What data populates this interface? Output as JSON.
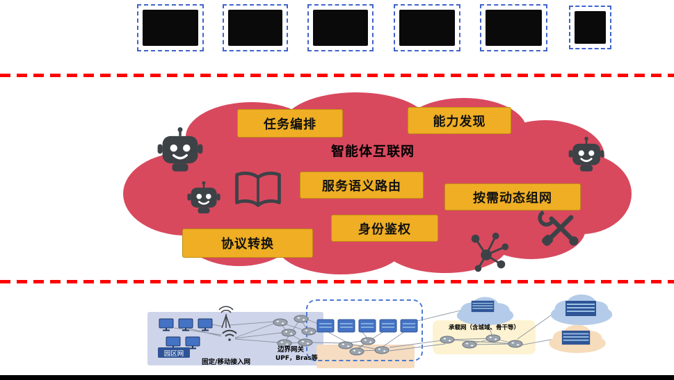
{
  "top_row": {
    "module_count": 6,
    "modules": [
      {
        "name": "module-1"
      },
      {
        "name": "module-2"
      },
      {
        "name": "module-3"
      },
      {
        "name": "module-4"
      },
      {
        "name": "module-5"
      },
      {
        "name": "module-6"
      }
    ]
  },
  "cloud": {
    "title": "智能体互联网",
    "capabilities": [
      {
        "label": "任务编排"
      },
      {
        "label": "能力发现"
      },
      {
        "label": "服务语义路由"
      },
      {
        "label": "按需动态组网"
      },
      {
        "label": "协议转换"
      },
      {
        "label": "身份鉴权"
      }
    ],
    "icons": [
      "robot-icon",
      "robot-icon",
      "robot-icon",
      "open-book-icon",
      "molecule-icon",
      "tools-icon"
    ]
  },
  "network": {
    "campus_label": "园区网",
    "access_label": "固定/移动接入网",
    "gateway_label_line1": "边界网关",
    "gateway_label_line2": "UPF，Bras等",
    "bearer_label": "承载网（含城域、骨干等）"
  },
  "colors": {
    "cloud_fill": "#d8495e",
    "capability_fill": "#efae24",
    "separator_red": "#fe0000",
    "module_dash_blue": "#3f63c9",
    "gateway_dash_blue": "#4a7ad0",
    "device_blue": "#4472c4",
    "campus_panel": "#ced4e9",
    "bearer_panel": "#fdf3d2",
    "peach_panel": "#f6dcc1"
  }
}
